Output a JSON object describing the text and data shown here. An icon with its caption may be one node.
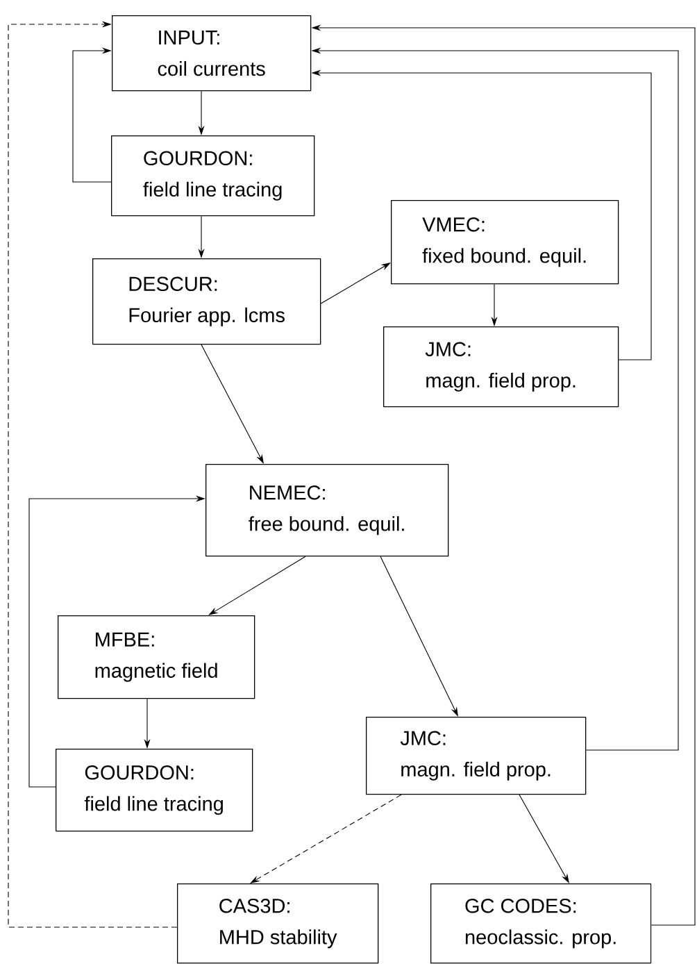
{
  "diagram": {
    "nodes": [
      {
        "text": [
          "INPUT:",
          "coil currents"
        ]
      },
      {
        "text": [
          "GOURDON:",
          "field line tracing"
        ]
      },
      {
        "text": [
          "DESCUR:",
          "Fourier app. lcms"
        ]
      },
      {
        "text": [
          "VMEC:",
          "fixed bound. equil."
        ]
      },
      {
        "text": [
          "JMC:",
          "magn. field prop."
        ]
      },
      {
        "text": [
          "NEMEC:",
          "free bound. equil."
        ]
      },
      {
        "text": [
          "MFBE:",
          "magnetic field"
        ]
      },
      {
        "text": [
          "GOURDON:",
          "field line tracing"
        ]
      },
      {
        "text": [
          "JMC:",
          "magn. field prop."
        ]
      },
      {
        "text": [
          "CAS3D:",
          "MHD stability"
        ]
      },
      {
        "text": [
          "GC CODES:",
          "neoclassic. prop."
        ]
      }
    ],
    "edges": [
      {
        "from": 0,
        "to": 1,
        "arrow": "to"
      },
      {
        "from": 1,
        "to": 0,
        "arrow": "to"
      },
      {
        "from": 1,
        "to": 2,
        "arrow": "to"
      },
      {
        "from": 2,
        "to": 3,
        "arrow": "to"
      },
      {
        "from": 3,
        "to": 4,
        "arrow": "to"
      },
      {
        "from": 4,
        "to": 0,
        "arrow": "to"
      },
      {
        "from": 2,
        "to": 5,
        "arrow": "to"
      },
      {
        "from": 5,
        "to": 6,
        "arrow": "to"
      },
      {
        "from": 5,
        "to": 8,
        "arrow": "to"
      },
      {
        "from": 6,
        "to": 7,
        "arrow": "to"
      },
      {
        "from": 7,
        "to": 5,
        "arrow": "to"
      },
      {
        "from": 8,
        "to": 0,
        "arrow": "to"
      },
      {
        "from": 8,
        "to": 9,
        "arrow": "to",
        "style": "dashed"
      },
      {
        "from": 8,
        "to": 10,
        "arrow": "to"
      },
      {
        "from": 9,
        "to": 0,
        "arrow": "to",
        "style": "dashed"
      },
      {
        "from": 10,
        "to": 0,
        "arrow": "to"
      }
    ]
  }
}
